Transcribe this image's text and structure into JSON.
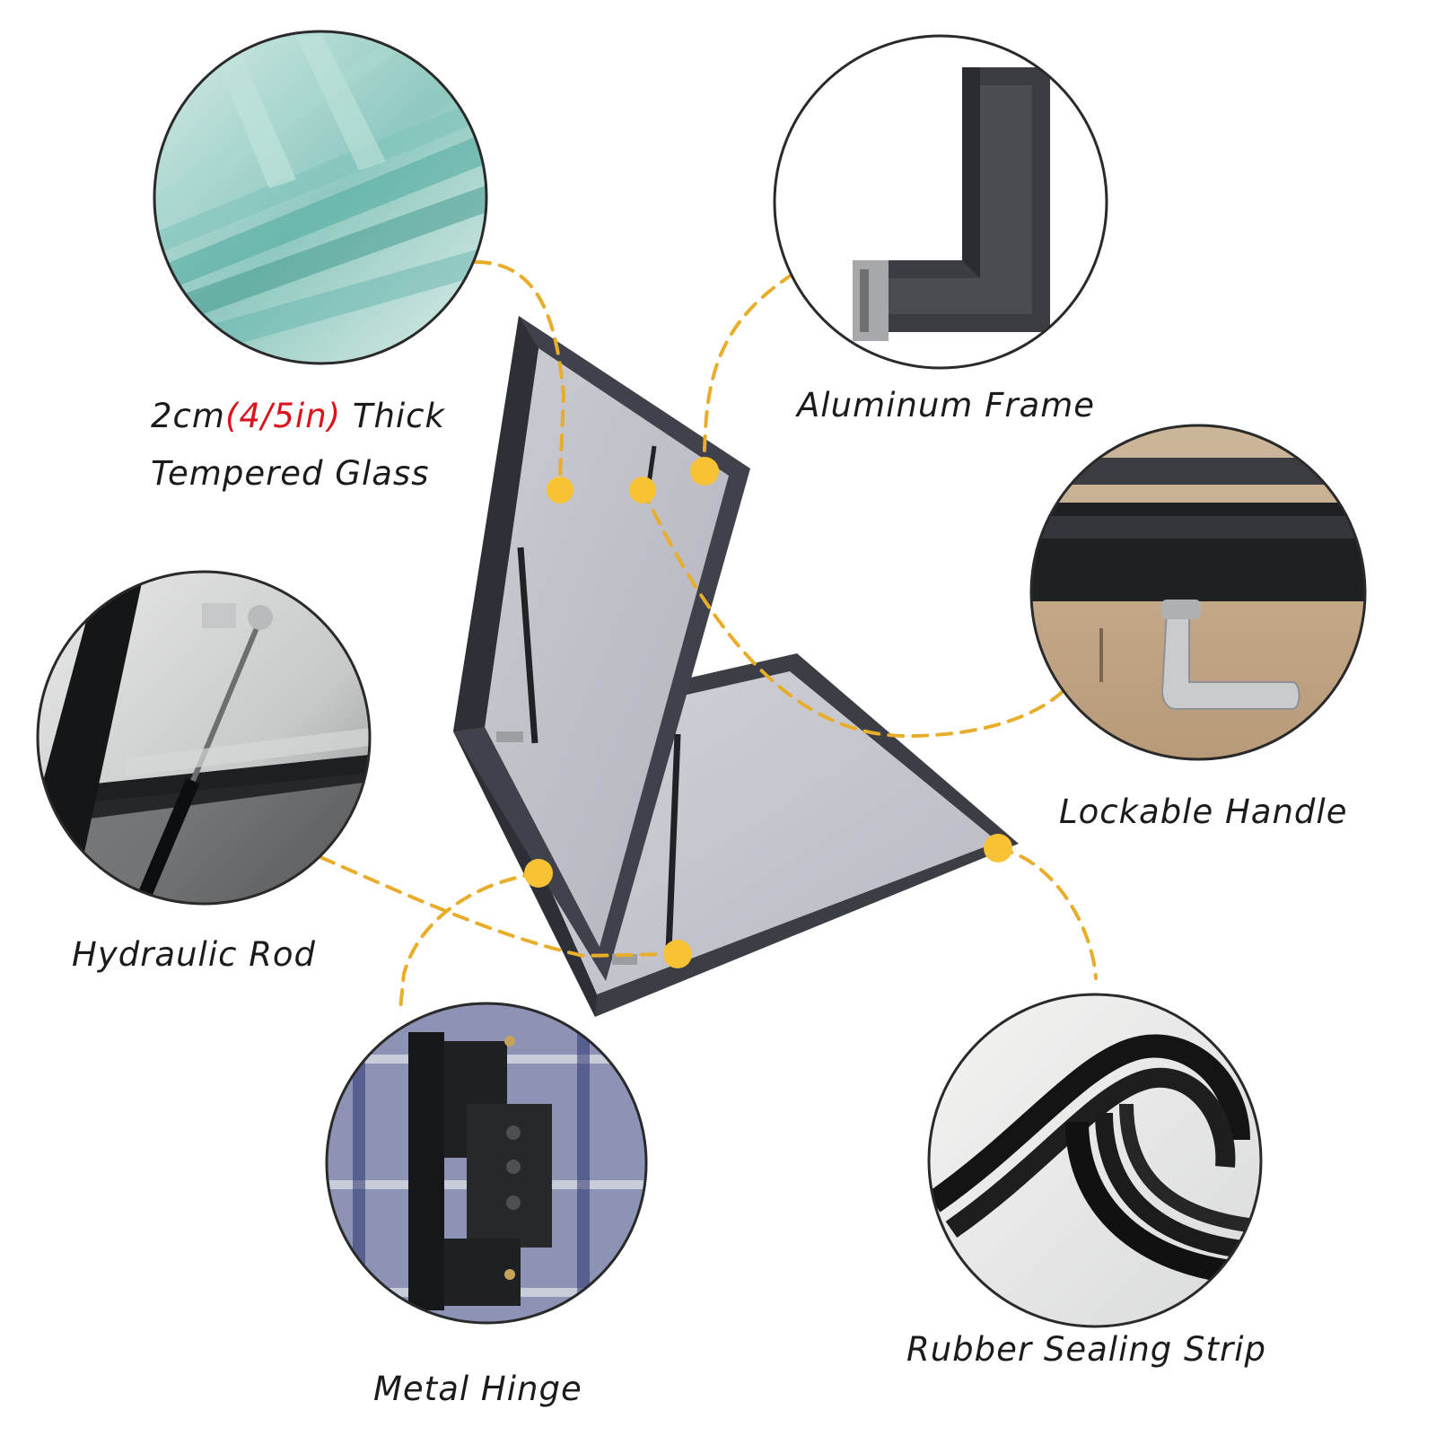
{
  "features": [
    {
      "id": "glass",
      "line1_prefix": "2cm",
      "line1_highlight": "(4/5in)",
      "line1_suffix": " Thick",
      "line2": "Tempered Glass"
    },
    {
      "id": "frame",
      "label": "Aluminum Frame"
    },
    {
      "id": "handle",
      "label": "Lockable Handle"
    },
    {
      "id": "rod",
      "label": "Hydraulic Rod"
    },
    {
      "id": "hinge",
      "label": "Metal Hinge"
    },
    {
      "id": "seal",
      "label": "Rubber Sealing Strip"
    }
  ],
  "colors": {
    "frame": "#3b3e45",
    "glass_pane": "#c9c9d1",
    "callout_line": "#e9ad2c",
    "callout_dot": "#f8c235",
    "highlight_text": "#d9141c"
  },
  "icons": [
    "tempered-glass-photo",
    "aluminum-frame-photo",
    "lockable-handle-photo",
    "hydraulic-rod-photo",
    "metal-hinge-photo",
    "rubber-seal-photo",
    "skylight-window-illustration"
  ]
}
